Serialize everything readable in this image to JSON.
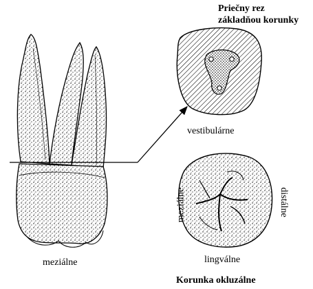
{
  "labels": {
    "cross_section_title_line1": "Priečny rez",
    "cross_section_title_line2": "základňou korunky",
    "vestibular": "vestibulárne",
    "mesial_side": "meziálne",
    "distal_side": "distálne",
    "lingual": "lingválne",
    "occlusal_title": "Korunka okluzálne",
    "tooth_mesial": "meziálne"
  }
}
